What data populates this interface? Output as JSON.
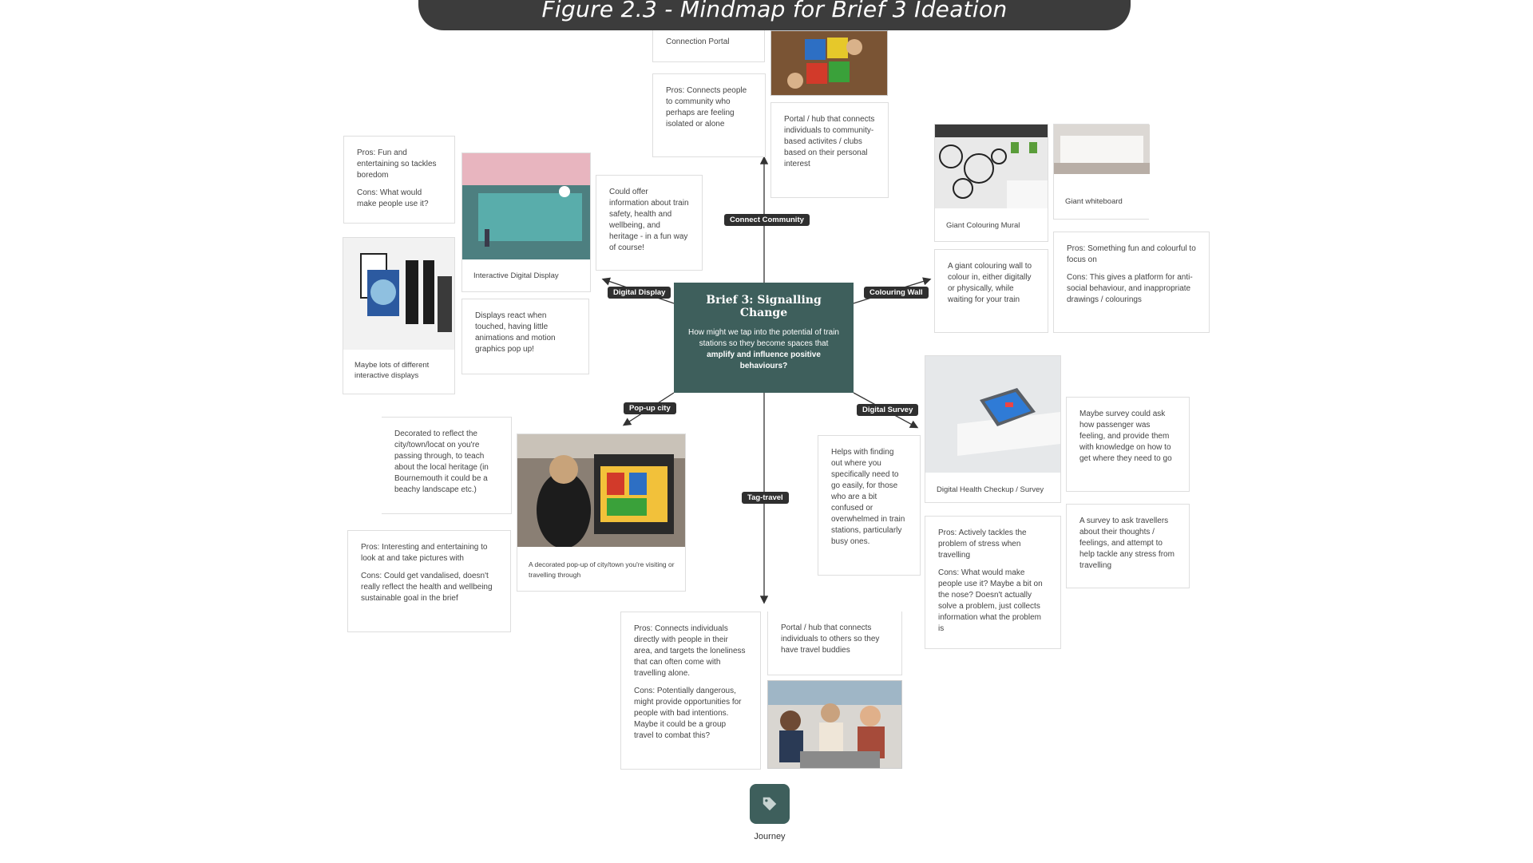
{
  "header": {
    "title": "Figure 2.3 - Mindmap for Brief 3 Ideation"
  },
  "center": {
    "title": "Brief 3: Signalling Change",
    "question_pre": "How might we tap into the potential of train stations so they become spaces that ",
    "question_bold": "amplify and influence positive behaviours?"
  },
  "branches": {
    "connect_community": "Connect Community",
    "digital_display": "Digital Display",
    "colouring_wall": "Colouring Wall",
    "popup_city": "Pop-up city",
    "digital_survey": "Digital Survey",
    "tag_travel": "Tag-travel"
  },
  "connect_community": {
    "portal_title": "Connection Portal",
    "pros": "Pros: Connects people to community who perhaps are feeling isolated or alone",
    "desc": "Portal / hub that connects individuals to community-based activites / clubs based on their personal interest"
  },
  "digital_display": {
    "pros": "Pros: Fun and entertaining so tackles boredom",
    "cons": "Cons: What would make people use it?",
    "caption_interactive": "Interactive Digital Display",
    "offer": "Could offer information about train safety, health and wellbeing, and heritage - in a fun way of course!",
    "caption_lots": "Maybe lots of different interactive displays",
    "react": "Displays react when touched, having little animations and motion graphics pop up!"
  },
  "colouring_wall": {
    "caption_mural": "Giant Colouring Mural",
    "caption_whiteboard": "Giant whiteboard",
    "desc": "A giant colouring wall to colour in, either digitally or physically, while waiting for your train",
    "pros": "Pros: Something fun and colourful to focus on",
    "cons": "Cons: This gives a platform for anti-social behaviour, and inappropriate drawings / colourings"
  },
  "popup_city": {
    "desc": "Decorated to reflect the city/town/locat on you're passing through, to teach about the local heritage (in Bournemouth it could be a beachy landscape etc.)",
    "caption": "A decorated pop-up of city/town you're visiting or travelling through",
    "pros": "Pros: Interesting and entertaining to look at and take pictures with",
    "cons": "Cons: Could get vandalised, doesn't really reflect the health and wellbeing sustainable goal in the brief"
  },
  "digital_survey": {
    "helps": "Helps with finding out where you specifically need to go easily, for those who are a bit confused or overwhelmed in train stations, particularly busy ones.",
    "caption": "Digital Health Checkup / Survey",
    "maybe": "Maybe survey could ask how passenger was feeling, and provide them with knowledge on how to get where they need to go",
    "pros": "Pros: Actively tackles the problem of stress when travelling",
    "cons": "Cons: What would make people use it? Maybe a bit on the nose? Doesn't actually solve a problem, just collects information what the problem is",
    "desc": "A survey to ask travellers about their thoughts / feelings, and attempt to help tackle any stress from travelling"
  },
  "tag_travel": {
    "pros": "Pros: Connects individuals directly with people in their area, and targets the loneliness that can often come with travelling alone.",
    "cons": "Cons: Potentially dangerous, might provide opportunities for people with bad intentions. Maybe it could be a group travel to combat this?",
    "desc": "Portal / hub that connects individuals to others so they have travel buddies"
  },
  "footer": {
    "journey_label": "Journey",
    "journey_icon": "tag-icon"
  },
  "colors": {
    "accent": "#3e5f5c",
    "header": "#3c3c3c",
    "tag": "#2f2f2f"
  }
}
